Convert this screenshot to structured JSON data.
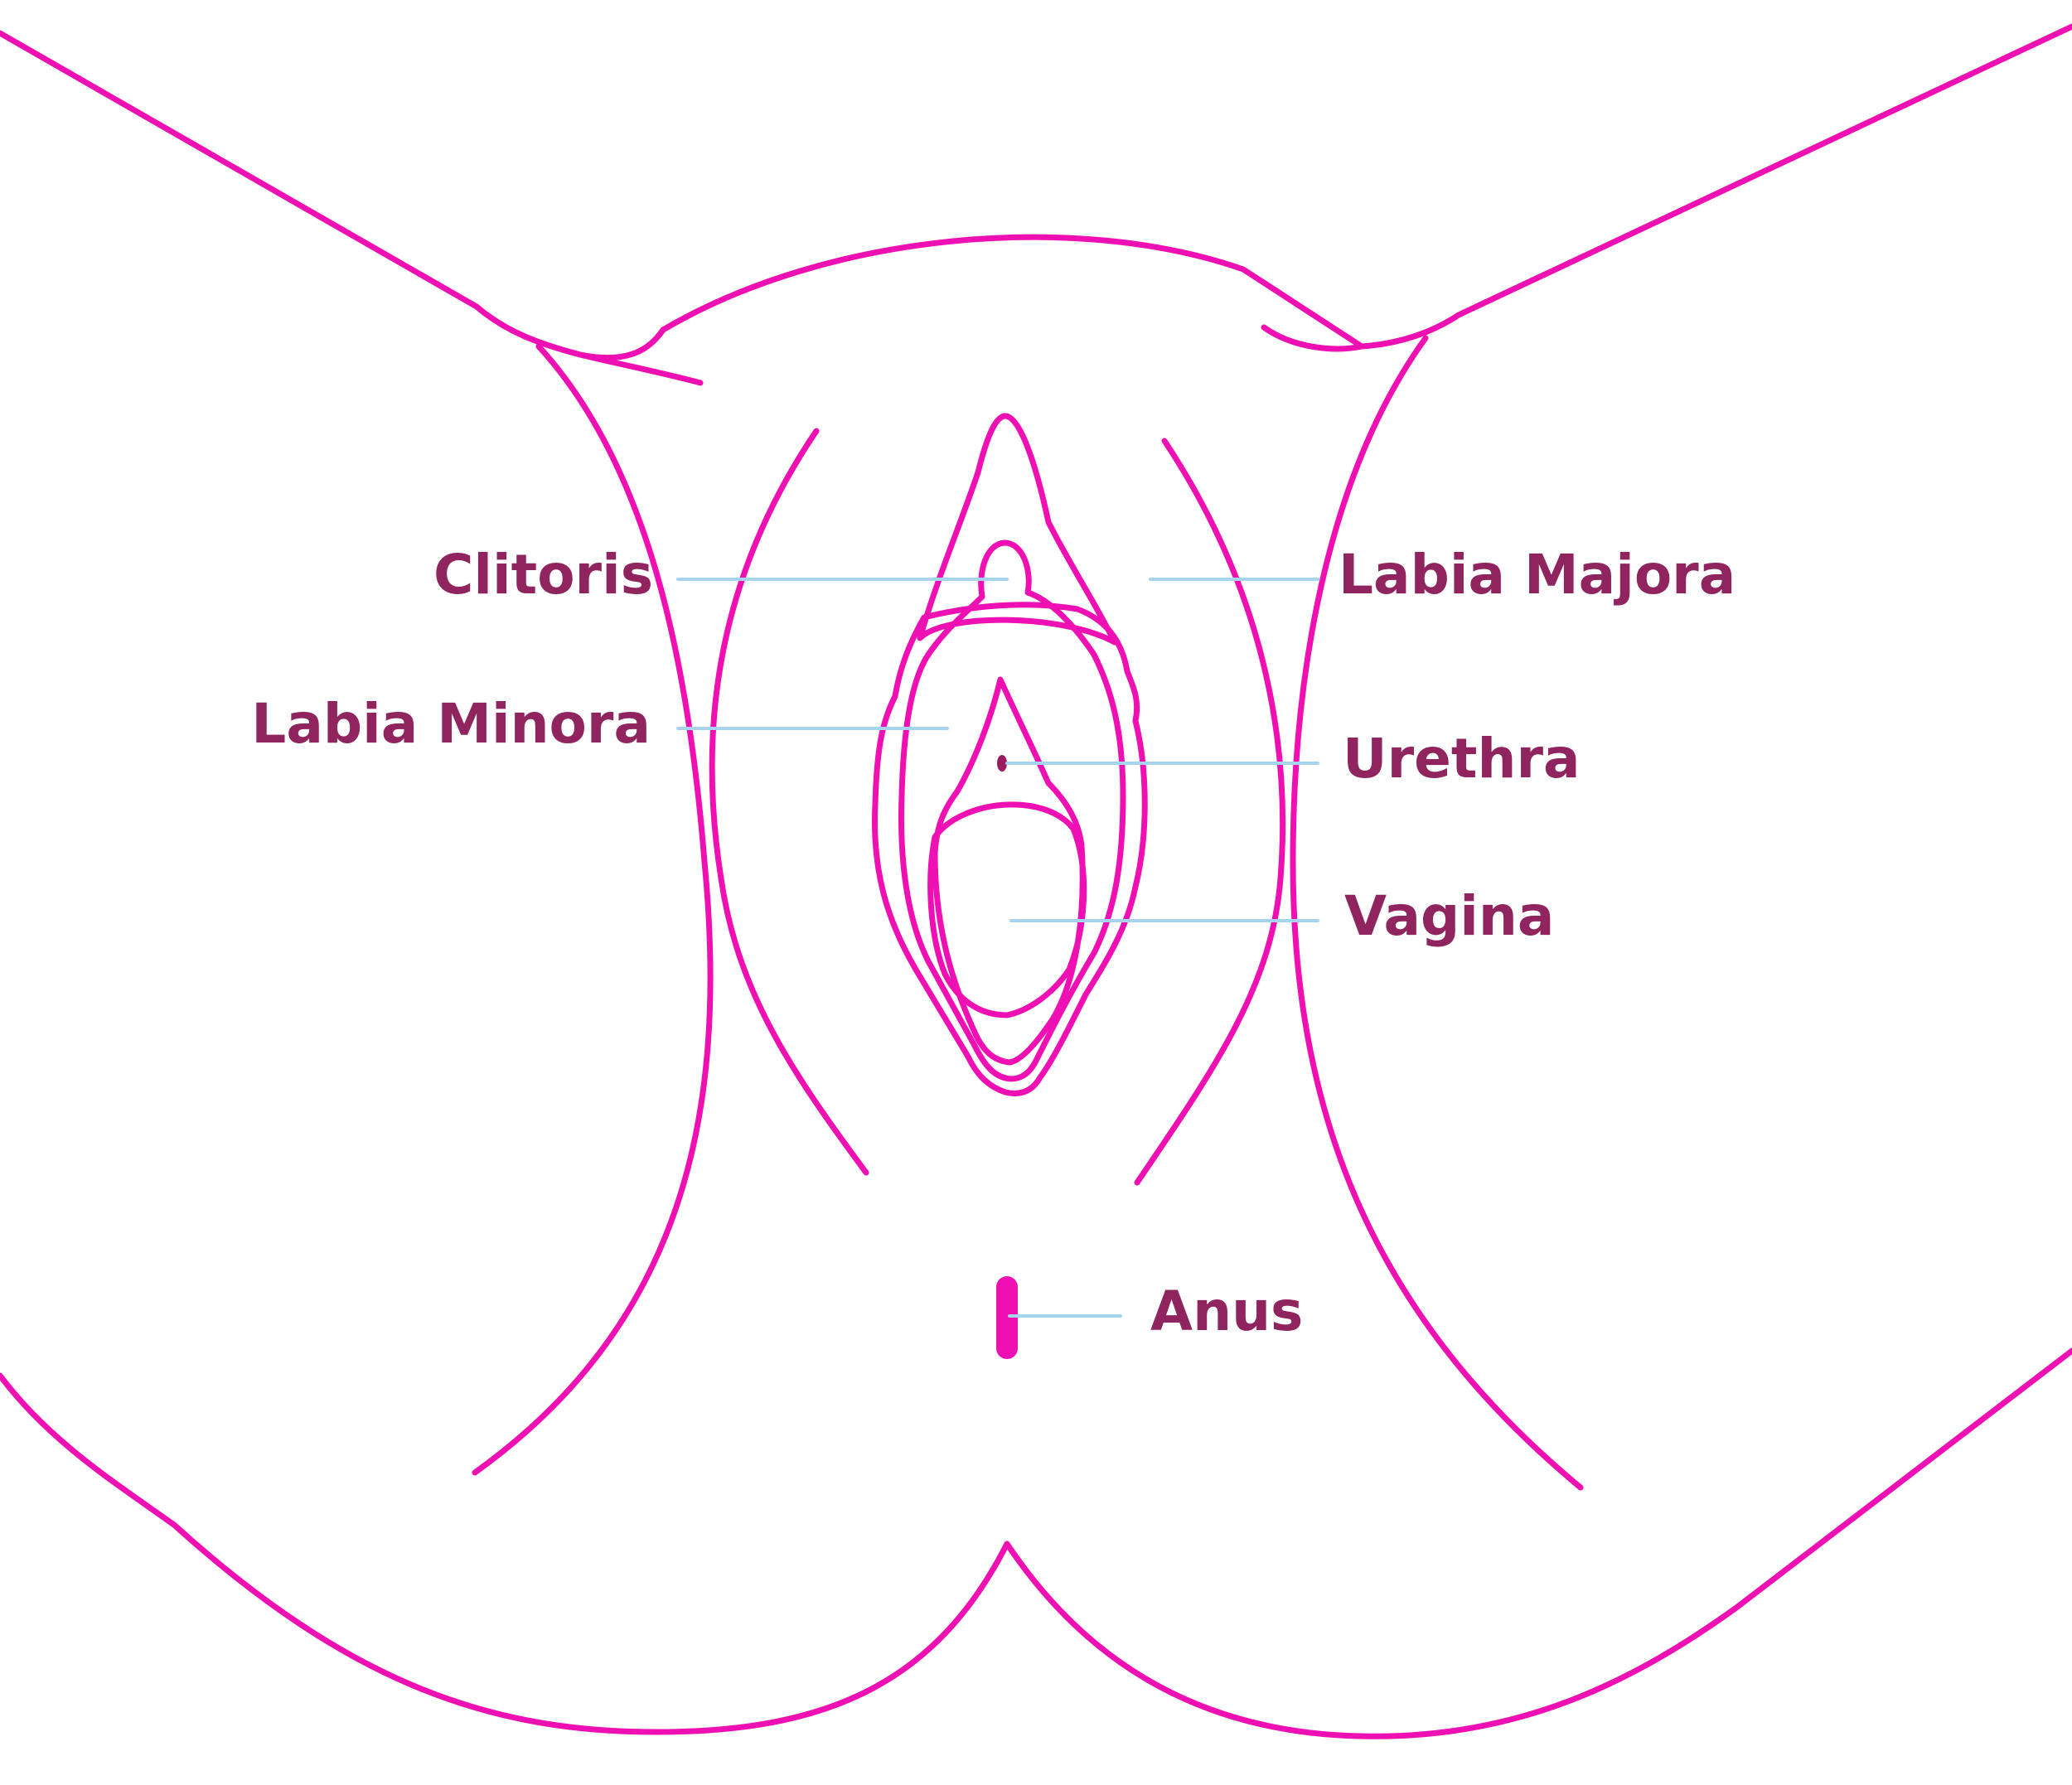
{
  "colors": {
    "outline": "#ee10b2",
    "label_text": "#8f245e",
    "leader_line": "#a6d3ee",
    "clitoral_hood": "#fdd5bf",
    "labia_minora_fill": "#fcc6e6",
    "vestibule_fill": "#fb8aa6",
    "vaginal_opening": "#9c1b5f",
    "background": "#ffffff"
  },
  "labels": {
    "clitoris": "Clitoris",
    "labia_minora": "Labia Minora",
    "labia_majora": "Labia Majora",
    "urethra": "Urethra",
    "vagina": "Vagina",
    "anus": "Anus"
  }
}
